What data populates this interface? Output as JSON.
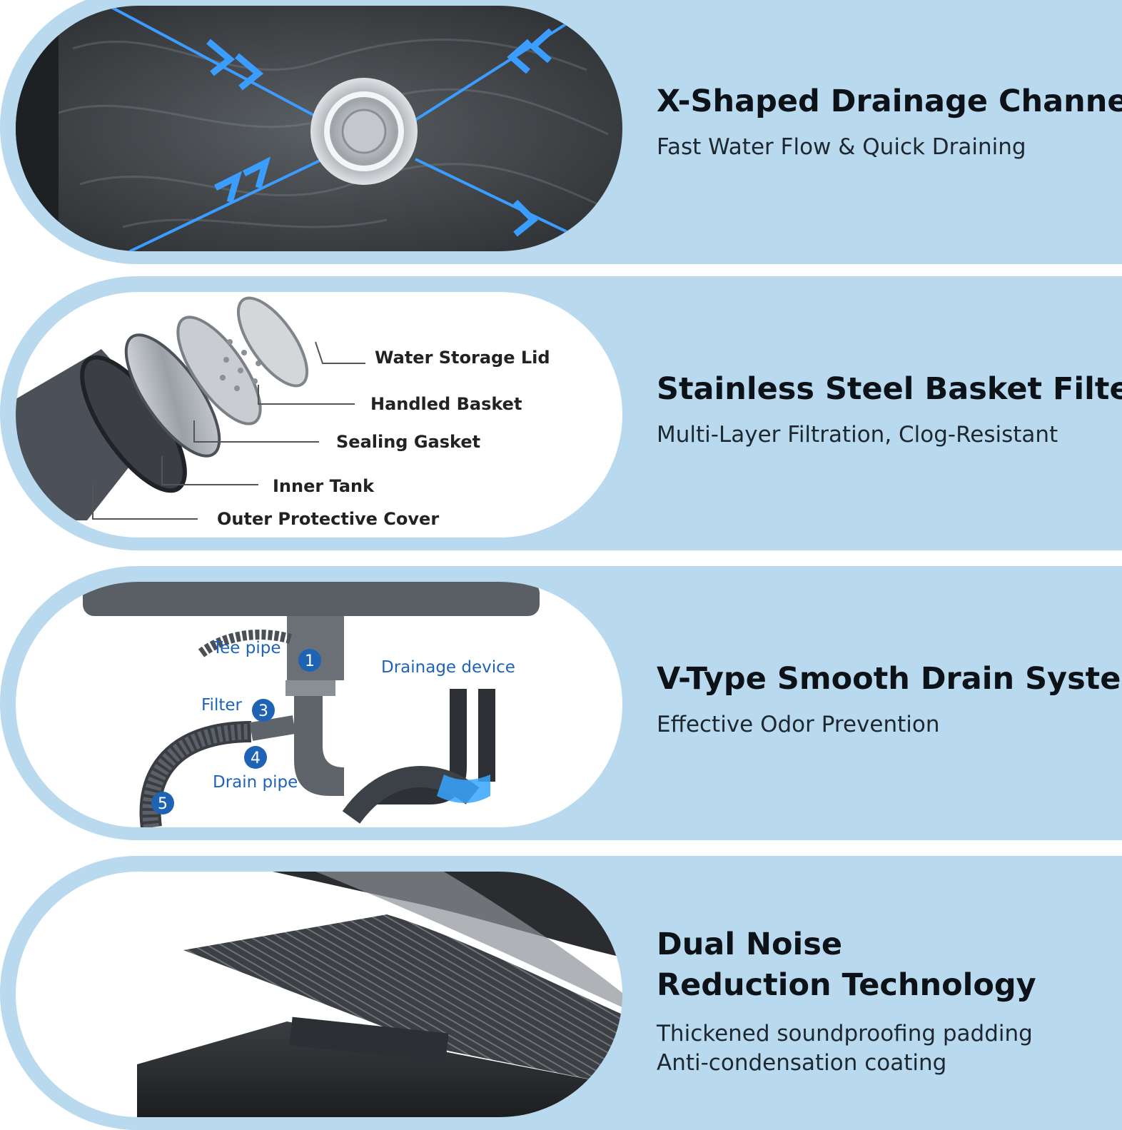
{
  "features": [
    {
      "title": "X-Shaped Drainage Channels",
      "subtitle": "Fast Water Flow & Quick Draining"
    },
    {
      "title": "Stainless Steel Basket Filter",
      "subtitle": "Multi-Layer Filtration, Clog-Resistant",
      "labels": [
        "Water Storage Lid",
        "Handled Basket",
        "Sealing Gasket",
        "Inner Tank",
        "Outer Protective Cover"
      ]
    },
    {
      "title": "V-Type Smooth Drain System",
      "subtitle": "Effective Odor Prevention",
      "labels": {
        "tee": "Tee pipe",
        "filter": "Filter",
        "drain": "Drain pipe",
        "device": "Drainage device"
      },
      "numbers": [
        "1",
        "3",
        "4",
        "5"
      ]
    },
    {
      "title_line1": "Dual Noise",
      "title_line2": "Reduction Technology",
      "subtitle_line1": "Thickened soundproofing padding",
      "subtitle_line2": "Anti-condensation coating"
    }
  ],
  "colors": {
    "band": "#b9d9ee",
    "accent": "#1e63b4",
    "glow": "#3a9dff"
  }
}
